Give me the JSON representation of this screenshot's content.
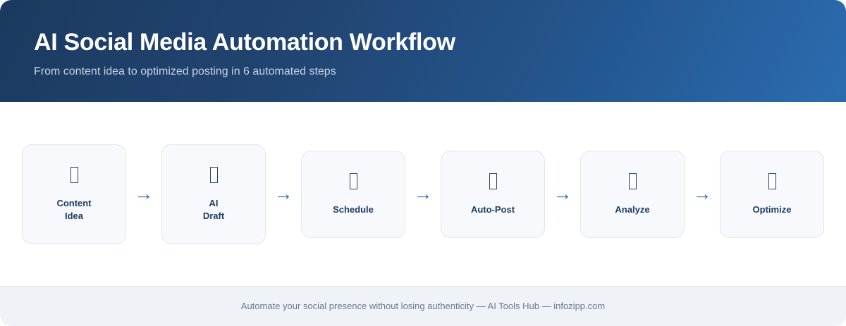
{
  "header": {
    "title": "AI Social Media Automation Workflow",
    "subtitle": "From content idea to optimized posting in 6 automated steps",
    "gradient_start": "#1c3a60",
    "gradient_end": "#2b6cb0",
    "title_color": "#ffffff",
    "subtitle_color": "#c3d2e5"
  },
  "flow": {
    "arrow_glyph": "→",
    "arrow_color": "#2f6cb5",
    "card_bg": "#f7f9fc",
    "card_border": "#dfe6f0",
    "label_color": "#1f3b63",
    "steps": [
      {
        "index": "1",
        "icon": "lightbulb-icon",
        "icon_glyph": "▯",
        "label": "Content\nIdea",
        "lines": 2
      },
      {
        "index": "2",
        "icon": "robot-icon",
        "icon_glyph": "▯",
        "label": "AI\nDraft",
        "lines": 2
      },
      {
        "index": "3",
        "icon": "calendar-icon",
        "icon_glyph": "▯",
        "label": "Schedule",
        "lines": 1
      },
      {
        "index": "4",
        "icon": "rocket-icon",
        "icon_glyph": "▯",
        "label": "Auto-Post",
        "lines": 1
      },
      {
        "index": "5",
        "icon": "chart-icon",
        "icon_glyph": "▯",
        "label": "Analyze",
        "lines": 1
      },
      {
        "index": "6",
        "icon": "gear-icon",
        "icon_glyph": "▯",
        "label": "Optimize",
        "lines": 1
      }
    ]
  },
  "footer": {
    "text": "Automate your social presence without losing authenticity — AI Tools Hub — infozipp.com",
    "text_color": "#6b7a90",
    "background": "#eff2f7"
  }
}
